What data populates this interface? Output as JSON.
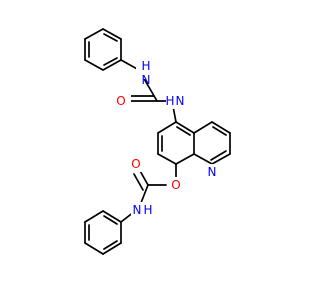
{
  "molecule": {
    "atoms": {
      "nh_top": {
        "element": "N",
        "hydrogen": "H"
      },
      "o_top": {
        "element": "O"
      },
      "nh_mid": {
        "element": "N",
        "hydrogen": "H"
      },
      "n_ring": {
        "element": "N"
      },
      "o_ester": {
        "element": "O"
      },
      "o_carbonyl": {
        "element": "O"
      },
      "nh_bottom": {
        "element": "N",
        "hydrogen": "H"
      }
    }
  },
  "colors": {
    "bond": "#000000",
    "nitrogen": "#0000ff",
    "oxygen": "#ff0000"
  }
}
